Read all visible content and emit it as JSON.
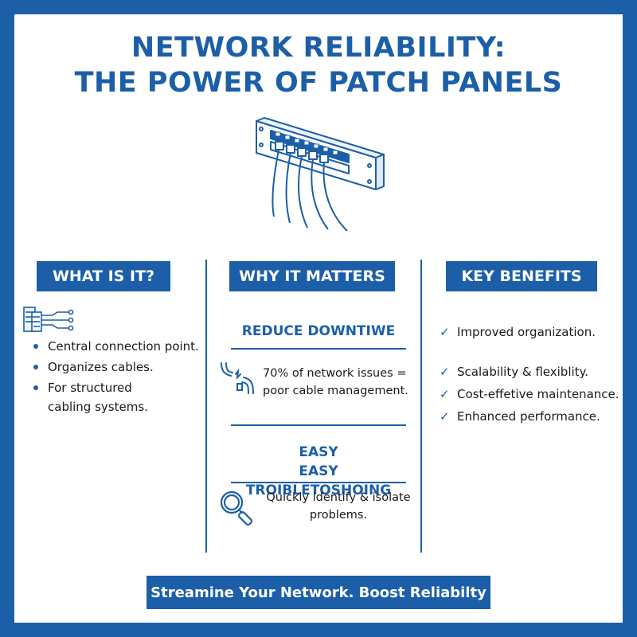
{
  "title": {
    "line1": "NETWORK RELIABILITY:",
    "line2": "THE POWER OF PATCH PANELS"
  },
  "colors": {
    "accent": "#1c5fa8",
    "background": "#ffffff",
    "text": "#1a1a1a"
  },
  "icons": {
    "hero": "patch-panel-icon",
    "what": "server-network-icon",
    "why": "broken-cable-icon",
    "troubleshoot": "magnifier-icon"
  },
  "what_is_it": {
    "header": "WHAT IS IT?",
    "bullets": [
      "Central connection point.",
      "Organizes cables.",
      "For structured",
      "cabling systems."
    ]
  },
  "why_it_matters": {
    "header": "WHY IT MATTERS",
    "reduce": {
      "heading": "REDUCE DOWNTIWE",
      "line1": "70% of network issues =",
      "line2": "poor cable management."
    },
    "troubleshoot": {
      "heading1": "EASY",
      "heading2": "EASY TROIBLETOSHOING",
      "line1": "Quickly identify & isolate",
      "line2": "problems."
    }
  },
  "key_benefits": {
    "header": "KEY BENEFITS",
    "items": [
      "Improved organization.",
      "Scalability & flexiblity.",
      "Cost-effetive maintenance.",
      "Enhanced performance."
    ]
  },
  "footer": {
    "text": "Streamine Your Network. Boost Reliabilty"
  }
}
